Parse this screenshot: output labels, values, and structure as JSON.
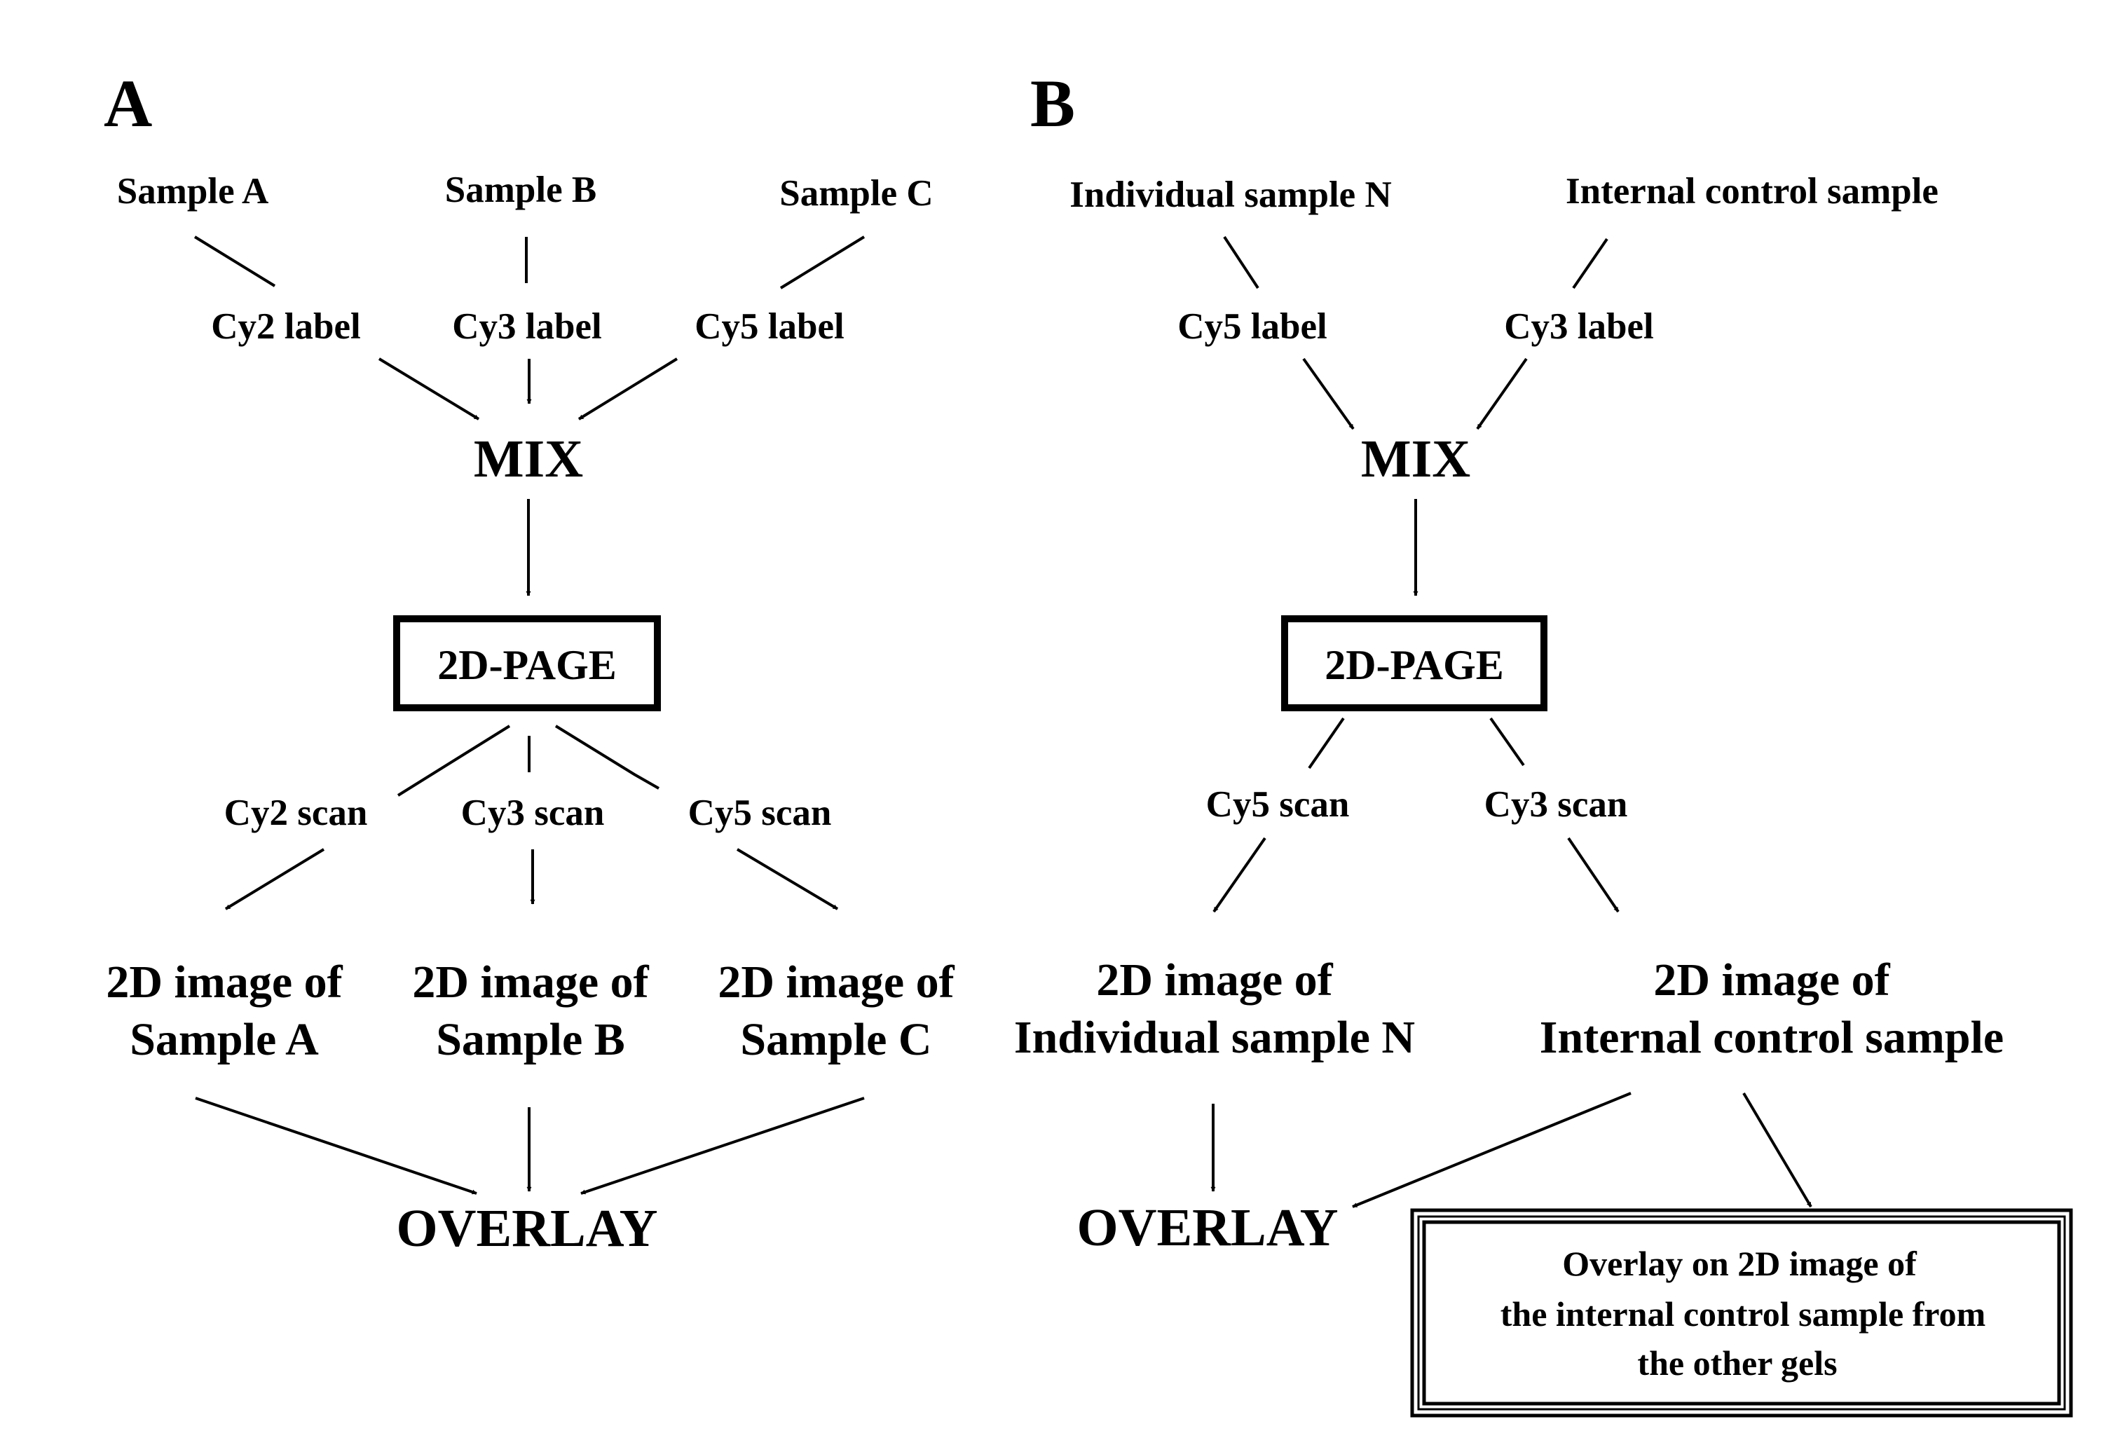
{
  "panel_a": {
    "letter": "A",
    "samples": [
      "Sample A",
      "Sample B",
      "Sample C"
    ],
    "labels": [
      "Cy2 label",
      "Cy3 label",
      "Cy5 label"
    ],
    "mix": "MIX",
    "gel": "2D-PAGE",
    "scans": [
      "Cy2 scan",
      "Cy3 scan",
      "Cy5 scan"
    ],
    "images": [
      {
        "line1": "2D image of",
        "line2": "Sample A"
      },
      {
        "line1": "2D image of",
        "line2": "Sample B"
      },
      {
        "line1": "2D image of",
        "line2": "Sample C"
      }
    ],
    "overlay": "OVERLAY"
  },
  "panel_b": {
    "letter": "B",
    "samples": [
      "Individual sample N",
      "Internal control sample"
    ],
    "labels": [
      "Cy5 label",
      "Cy3 label"
    ],
    "mix": "MIX",
    "gel": "2D-PAGE",
    "scans": [
      "Cy5 scan",
      "Cy3 scan"
    ],
    "images": [
      {
        "line1": "2D image of",
        "line2": "Individual sample N"
      },
      {
        "line1": "2D image of",
        "line2": "Internal control sample"
      }
    ],
    "overlay": "OVERLAY",
    "note_box": {
      "line1": "Overlay on 2D image of",
      "line2": "the internal control sample from",
      "line3": "the other gels"
    }
  }
}
